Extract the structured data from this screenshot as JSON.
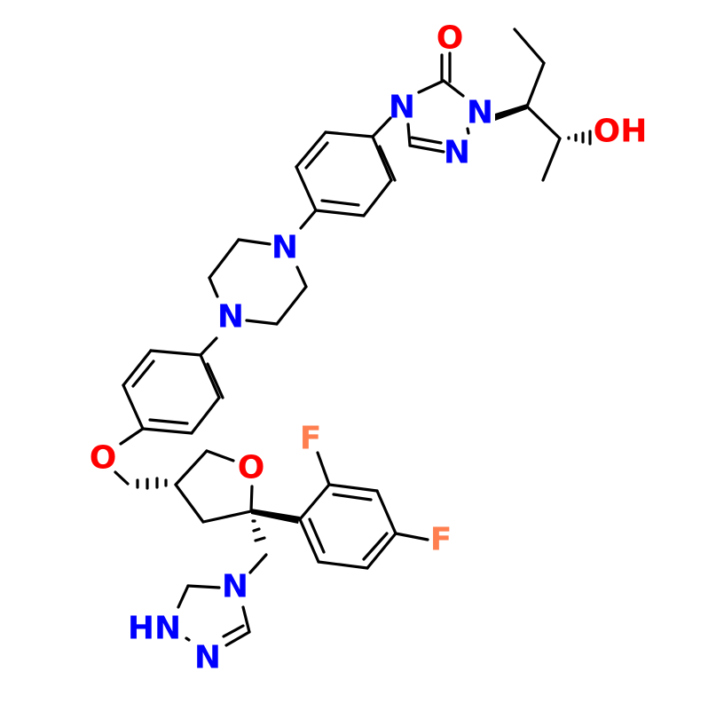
{
  "molecule": {
    "type": "skeletal-structure",
    "description": "Triazolone antifungal structure with difluorophenyl-tetrahydrofuran, piperazine-linked aryl rings",
    "colors": {
      "bond": "#000000",
      "nitrogen": "#0000FF",
      "oxygen": "#FF0000",
      "fluorine": "#FF7F50",
      "background": "#FFFFFF"
    },
    "atoms": {
      "o_carbonyl": "O",
      "n_triazolone_4": "N",
      "n_triazolone_1": "N",
      "n_triazolone_2": "N",
      "oh": "OH",
      "n_piperazine_top": "N",
      "n_piperazine_bottom": "N",
      "o_ether": "O",
      "o_thf": "O",
      "f_ortho": "F",
      "f_para": "F",
      "n_triazole_4": "N",
      "nh_triazole": "HN",
      "n_triazole_2": "N"
    }
  }
}
